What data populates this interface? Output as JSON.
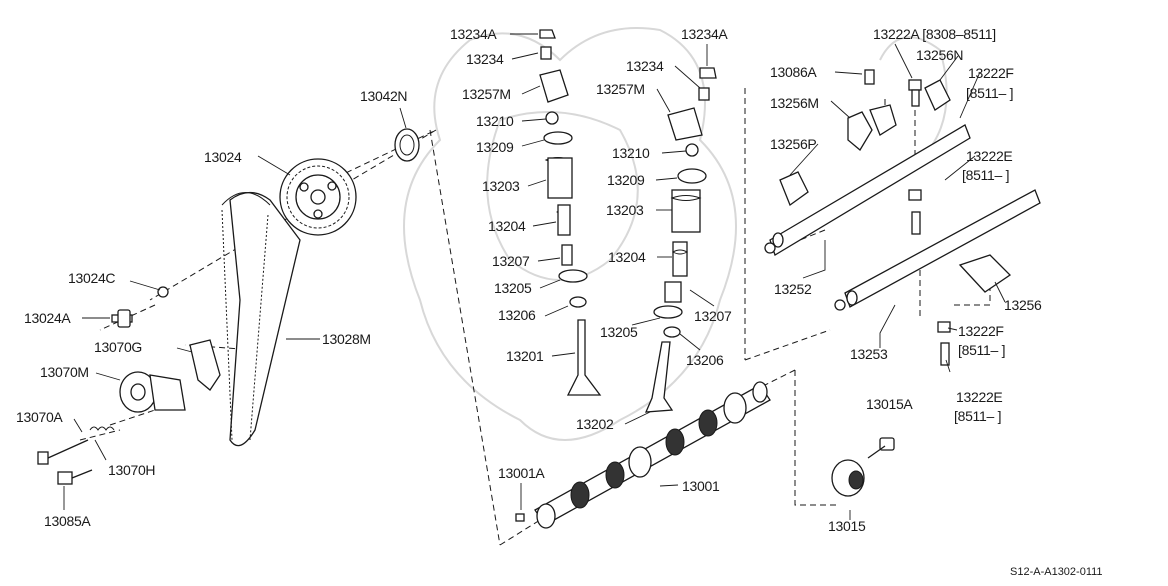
{
  "diagram_code": "S12-A-A1302-0111",
  "labels": {
    "l13234A_a": "13234A",
    "l13234_a": "13234",
    "l13257M_a": "13257M",
    "l13210_a": "13210",
    "l13209_a": "13209",
    "l13203_a": "13203",
    "l13204_a": "13204",
    "l13207_a": "13207",
    "l13205_a": "13205",
    "l13206_a": "13206",
    "l13201": "13201",
    "l13234A_b": "13234A",
    "l13234_b": "13234",
    "l13257M_b": "13257M",
    "l13210_b": "13210",
    "l13209_b": "13209",
    "l13203_b": "13203",
    "l13204_b": "13204",
    "l13207_b": "13207",
    "l13205_b": "13205",
    "l13206_b": "13206",
    "l13202": "13202",
    "l13042N": "13042N",
    "l13024": "13024",
    "l13024C": "13024C",
    "l13024A": "13024A",
    "l13070G": "13070G",
    "l13070M": "13070M",
    "l13028M": "13028M",
    "l13070A": "13070A",
    "l13070H": "13070H",
    "l13085A": "13085A",
    "l13001A": "13001A",
    "l13001": "13001",
    "l13015": "13015",
    "l13015A": "13015A",
    "l13222A": "13222A [8308–8511]",
    "l13086A": "13086A",
    "l13256N": "13256N",
    "l13222F_a": "13222F",
    "l13222F_a_range": "[8511–        ]",
    "l13256M": "13256M",
    "l13256P": "13256P",
    "l13222E_a": "13222E",
    "l13222E_a_range": "[8511–        ]",
    "l13252": "13252",
    "l13256": "13256",
    "l13253": "13253",
    "l13222F_b": "13222F",
    "l13222F_b_range": "[8511–        ]",
    "l13222E_b": "13222E",
    "l13222E_b_range": "[8511–        ]"
  }
}
